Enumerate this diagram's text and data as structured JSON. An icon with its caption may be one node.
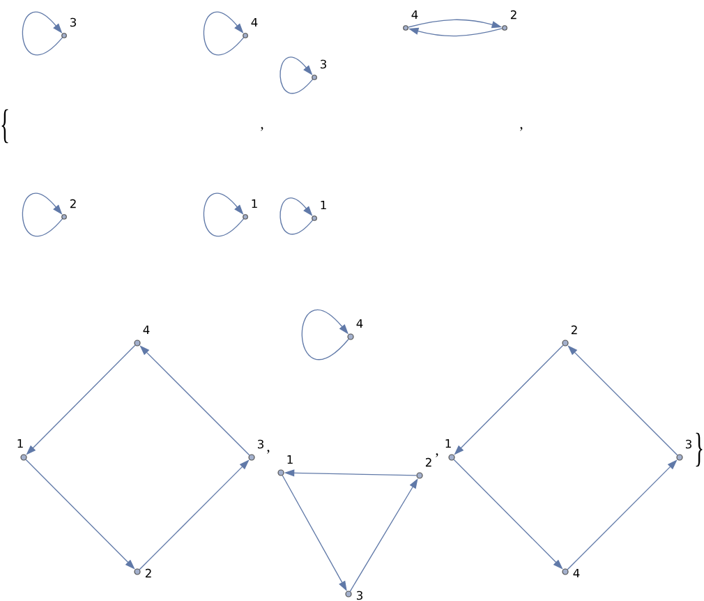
{
  "diagram": {
    "nodes": [
      {
        "text": [],
        "shape": "circle",
        "beside": [
          "3"
        ]
      },
      {
        "text": [],
        "shape": "circle",
        "beside": [
          "4"
        ]
      },
      {
        "text": [],
        "shape": "circle",
        "beside": [
          "2"
        ]
      },
      {
        "text": [],
        "shape": "circle",
        "beside": [
          "1"
        ]
      },
      {
        "text": [],
        "shape": "circle",
        "beside": [
          "4"
        ]
      },
      {
        "text": [],
        "shape": "circle",
        "beside": [
          "2"
        ]
      },
      {
        "text": [],
        "shape": "circle",
        "beside": [
          "3"
        ]
      },
      {
        "text": [],
        "shape": "circle",
        "beside": [
          "1"
        ]
      },
      {
        "text": [],
        "shape": "circle",
        "beside": [
          "4"
        ]
      },
      {
        "text": [],
        "shape": "circle",
        "beside": [
          "1"
        ]
      },
      {
        "text": [],
        "shape": "circle",
        "beside": [
          "3"
        ]
      },
      {
        "text": [],
        "shape": "circle",
        "beside": [
          "2"
        ]
      },
      {
        "text": [],
        "shape": "circle",
        "beside": [
          "4"
        ]
      },
      {
        "text": [],
        "shape": "circle",
        "beside": [
          "1"
        ]
      },
      {
        "text": [],
        "shape": "circle",
        "beside": [
          "2"
        ]
      },
      {
        "text": [],
        "shape": "circle",
        "beside": [
          "3"
        ]
      },
      {
        "text": [],
        "shape": "circle",
        "beside": [
          "2"
        ]
      },
      {
        "text": [],
        "shape": "circle",
        "beside": [
          "1"
        ]
      },
      {
        "text": [],
        "shape": "circle",
        "beside": [
          "3"
        ]
      },
      {
        "text": [],
        "shape": "circle",
        "beside": [
          "4"
        ]
      }
    ],
    "edges": [
      {
        "from": 0,
        "to": 0,
        "arrow": "to"
      },
      {
        "from": 1,
        "to": 1,
        "arrow": "to"
      },
      {
        "from": 2,
        "to": 2,
        "arrow": "to"
      },
      {
        "from": 3,
        "to": 3,
        "arrow": "to"
      },
      {
        "from": 6,
        "to": 6,
        "arrow": "to"
      },
      {
        "from": 7,
        "to": 7,
        "arrow": "to"
      },
      {
        "from": 4,
        "to": 5,
        "arrow": "to"
      },
      {
        "from": 5,
        "to": 4,
        "arrow": "to"
      },
      {
        "from": 9,
        "to": 11,
        "arrow": "to"
      },
      {
        "from": 11,
        "to": 10,
        "arrow": "to"
      },
      {
        "from": 10,
        "to": 8,
        "arrow": "to"
      },
      {
        "from": 8,
        "to": 9,
        "arrow": "to"
      },
      {
        "from": 12,
        "to": 12,
        "arrow": "to"
      },
      {
        "from": 13,
        "to": 15,
        "arrow": "to"
      },
      {
        "from": 15,
        "to": 14,
        "arrow": "to"
      },
      {
        "from": 14,
        "to": 13,
        "arrow": "to"
      },
      {
        "from": 17,
        "to": 19,
        "arrow": "to"
      },
      {
        "from": 19,
        "to": 18,
        "arrow": "to"
      },
      {
        "from": 18,
        "to": 16,
        "arrow": "to"
      },
      {
        "from": 16,
        "to": 17,
        "arrow": "to"
      }
    ],
    "labels": [
      "{",
      ",",
      ",",
      ",",
      ",",
      "}"
    ]
  }
}
